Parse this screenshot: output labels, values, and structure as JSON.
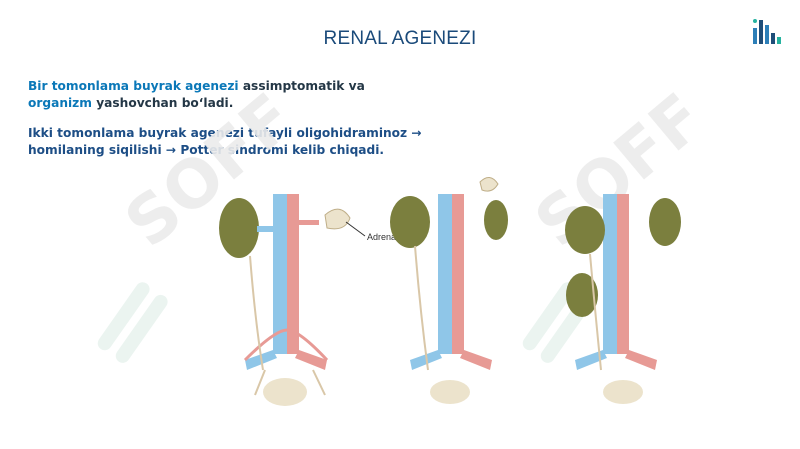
{
  "slide": {
    "title": "RENAL AGENEZI",
    "paragraph1": {
      "hl1": "Bir tomonlama buyrak agenezi",
      "text1": " assimptomatik va ",
      "hl2": "organizm",
      "text2": " yashovchan bo‘ladi."
    },
    "paragraph2": "Ikki tomonlama buyrak agenezi tufayli oligohidraminoz → homilaning siqilishi → Potter sindromi kelib chiqadi.",
    "figure_label": "Adrenal",
    "watermark": "SOFF"
  },
  "colors": {
    "title": "#1a4a7a",
    "highlight": "#0b78b8",
    "body": "#243746",
    "kidney": "#7b7f3e",
    "vein": "#8fc6e8",
    "artery": "#e79a95",
    "watermark": "#e6ecea"
  }
}
